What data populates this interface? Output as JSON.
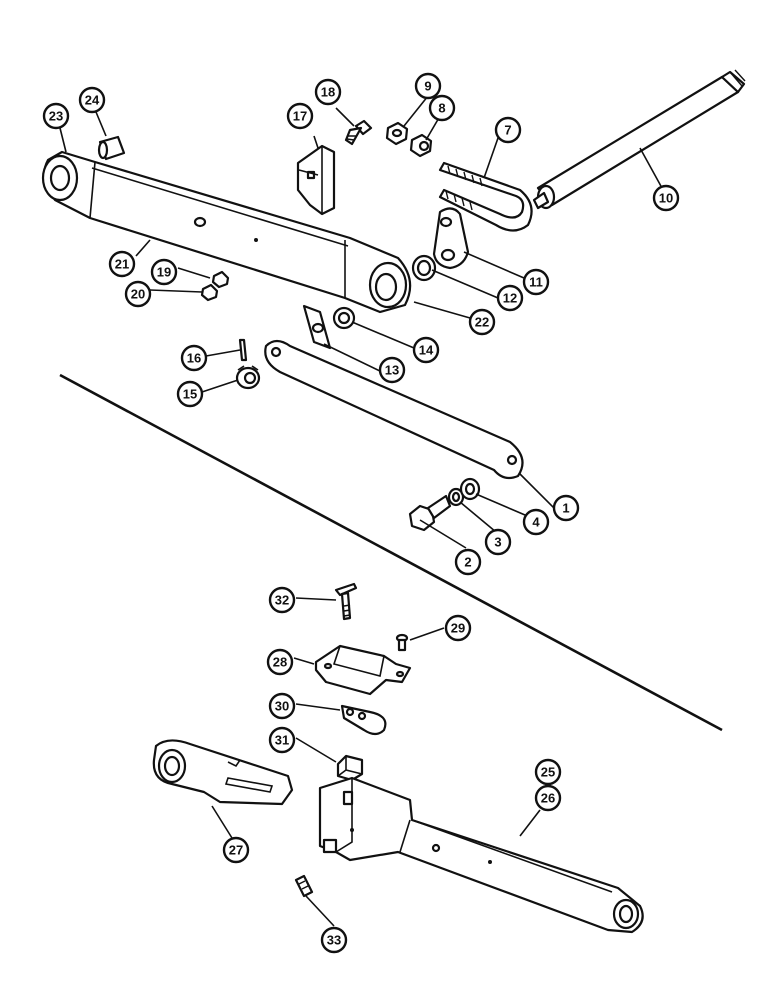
{
  "callouts": [
    {
      "id": "c1",
      "label": "1"
    },
    {
      "id": "c2",
      "label": "2"
    },
    {
      "id": "c3",
      "label": "3"
    },
    {
      "id": "c4",
      "label": "4"
    },
    {
      "id": "c7",
      "label": "7"
    },
    {
      "id": "c8",
      "label": "8"
    },
    {
      "id": "c9",
      "label": "9"
    },
    {
      "id": "c10",
      "label": "10"
    },
    {
      "id": "c11",
      "label": "11"
    },
    {
      "id": "c12",
      "label": "12"
    },
    {
      "id": "c13",
      "label": "13"
    },
    {
      "id": "c14",
      "label": "14"
    },
    {
      "id": "c15",
      "label": "15"
    },
    {
      "id": "c16",
      "label": "16"
    },
    {
      "id": "c17",
      "label": "17"
    },
    {
      "id": "c18",
      "label": "18"
    },
    {
      "id": "c19",
      "label": "19"
    },
    {
      "id": "c20",
      "label": "20"
    },
    {
      "id": "c21",
      "label": "21"
    },
    {
      "id": "c22",
      "label": "22"
    },
    {
      "id": "c23",
      "label": "23"
    },
    {
      "id": "c24",
      "label": "24"
    },
    {
      "id": "c25",
      "label": "25"
    },
    {
      "id": "c26",
      "label": "26"
    },
    {
      "id": "c27",
      "label": "27"
    },
    {
      "id": "c28",
      "label": "28"
    },
    {
      "id": "c29",
      "label": "29"
    },
    {
      "id": "c30",
      "label": "30"
    },
    {
      "id": "c31",
      "label": "31"
    },
    {
      "id": "c32",
      "label": "32"
    },
    {
      "id": "c33",
      "label": "33"
    }
  ]
}
